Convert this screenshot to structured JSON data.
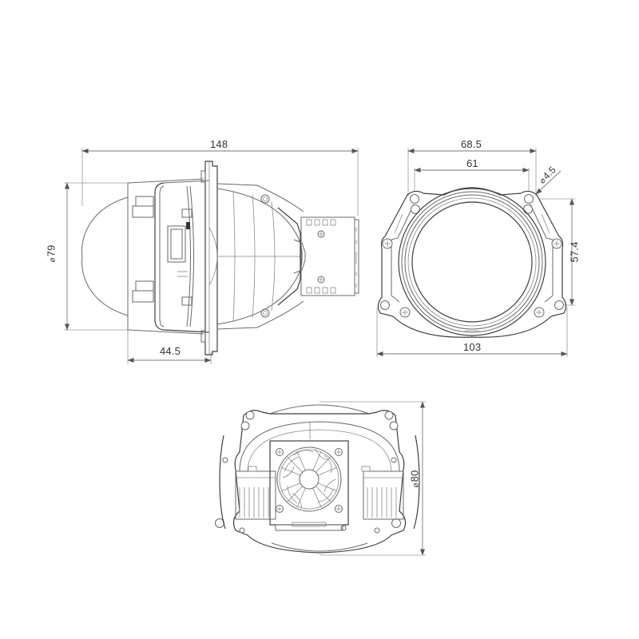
{
  "drawing": {
    "subject": "projector headlight module",
    "units": "mm",
    "line_color": "#6a6a6a",
    "text_color": "#333333",
    "background": "#ffffff"
  },
  "views": {
    "side": {
      "name": "side view",
      "dimensions": {
        "overall_length": "148",
        "lens_diameter_symbol": "⌀",
        "lens_diameter": "79",
        "lens_depth": "44.5"
      }
    },
    "front": {
      "name": "front view",
      "dimensions": {
        "outer_hole_spacing": "68.5",
        "inner_hole_spacing": "61",
        "hole_diameter_symbol": "⌀",
        "hole_diameter": "4.5",
        "vertical_hole_spacing": "57.4",
        "flange_width": "103"
      }
    },
    "rear": {
      "name": "rear view",
      "dimensions": {
        "housing_diameter_symbol": "⌀",
        "housing_diameter": "80"
      }
    }
  }
}
